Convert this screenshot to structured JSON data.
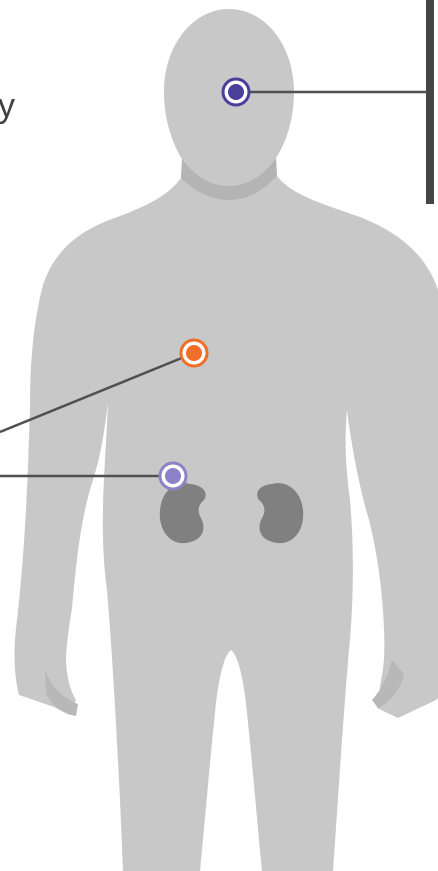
{
  "diagram": {
    "cut_off_label": "y",
    "colors": {
      "body": "#c8c8c8",
      "neck_shadow": "#b4b4b4",
      "hand_shadow": "#b8b8b8",
      "kidney": "#808080",
      "leader_line": "#505050",
      "bracket": "#454545",
      "marker_head": "#4b3f9c",
      "marker_abdomen": "#f06e28",
      "marker_kidney": "#8d82c8"
    },
    "markers": [
      {
        "id": "head",
        "icon": "target-dot-icon"
      },
      {
        "id": "abdomen",
        "icon": "target-dot-icon"
      },
      {
        "id": "kidney",
        "icon": "target-dot-icon"
      }
    ]
  }
}
